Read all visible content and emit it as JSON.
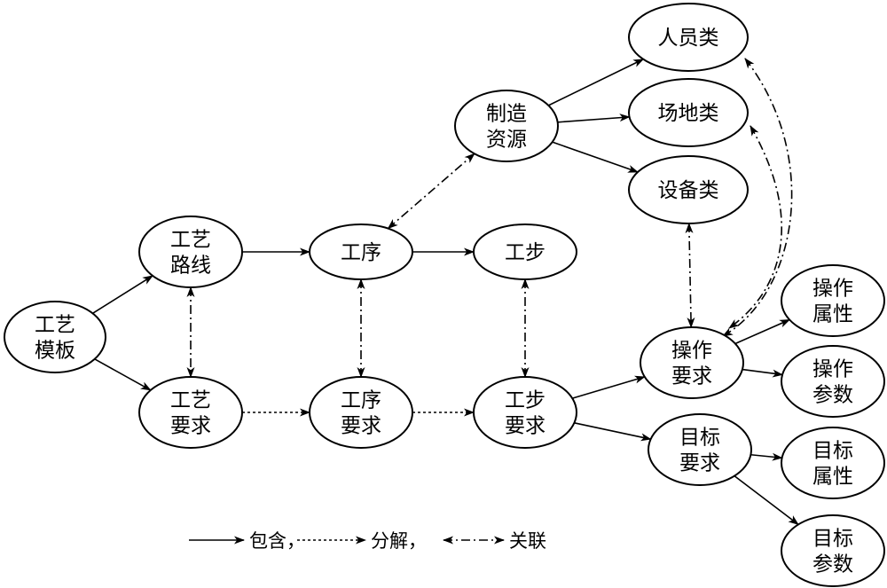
{
  "nodes": [
    {
      "id": "template",
      "lines": [
        "工艺",
        "模板"
      ]
    },
    {
      "id": "route",
      "lines": [
        "工艺",
        "路线"
      ]
    },
    {
      "id": "proc-req",
      "lines": [
        "工艺",
        "要求"
      ]
    },
    {
      "id": "operation",
      "lines": [
        "工序"
      ]
    },
    {
      "id": "op-req",
      "lines": [
        "工序",
        "要求"
      ]
    },
    {
      "id": "resource",
      "lines": [
        "制造",
        "资源"
      ]
    },
    {
      "id": "step",
      "lines": [
        "工步"
      ]
    },
    {
      "id": "step-req",
      "lines": [
        "工步",
        "要求"
      ]
    },
    {
      "id": "personnel",
      "lines": [
        "人员类"
      ]
    },
    {
      "id": "site",
      "lines": [
        "场地类"
      ]
    },
    {
      "id": "equipment",
      "lines": [
        "设备类"
      ]
    },
    {
      "id": "handling-req",
      "lines": [
        "操作",
        "要求"
      ]
    },
    {
      "id": "target-req",
      "lines": [
        "目标",
        "要求"
      ]
    },
    {
      "id": "handling-attr",
      "lines": [
        "操作",
        "属性"
      ]
    },
    {
      "id": "handling-param",
      "lines": [
        "操作",
        "参数"
      ]
    },
    {
      "id": "target-attr",
      "lines": [
        "目标",
        "属性"
      ]
    },
    {
      "id": "target-param",
      "lines": [
        "目标",
        "参数"
      ]
    }
  ],
  "edges": [
    {
      "from": "template",
      "to": "route",
      "type": "contains"
    },
    {
      "from": "template",
      "to": "proc-req",
      "type": "contains"
    },
    {
      "from": "route",
      "to": "operation",
      "type": "contains"
    },
    {
      "from": "operation",
      "to": "step",
      "type": "contains"
    },
    {
      "from": "resource",
      "to": "personnel",
      "type": "contains"
    },
    {
      "from": "resource",
      "to": "site",
      "type": "contains"
    },
    {
      "from": "resource",
      "to": "equipment",
      "type": "contains"
    },
    {
      "from": "step-req",
      "to": "handling-req",
      "type": "contains"
    },
    {
      "from": "step-req",
      "to": "target-req",
      "type": "contains"
    },
    {
      "from": "handling-req",
      "to": "handling-attr",
      "type": "contains"
    },
    {
      "from": "handling-req",
      "to": "handling-param",
      "type": "contains"
    },
    {
      "from": "target-req",
      "to": "target-attr",
      "type": "contains"
    },
    {
      "from": "target-req",
      "to": "target-param",
      "type": "contains"
    },
    {
      "from": "proc-req",
      "to": "op-req",
      "type": "decomposes"
    },
    {
      "from": "op-req",
      "to": "step-req",
      "type": "decomposes"
    },
    {
      "from": "route",
      "to": "proc-req",
      "type": "associates"
    },
    {
      "from": "operation",
      "to": "op-req",
      "type": "associates"
    },
    {
      "from": "step",
      "to": "step-req",
      "type": "associates"
    },
    {
      "from": "operation",
      "to": "resource",
      "type": "associates"
    },
    {
      "from": "equipment",
      "to": "handling-req",
      "type": "associates"
    },
    {
      "from": "site",
      "to": "handling-req",
      "type": "associates"
    },
    {
      "from": "personnel",
      "to": "handling-req",
      "type": "associates"
    }
  ],
  "legend": {
    "contains": "包含，",
    "decomposes": "分解，",
    "associates": "关联"
  }
}
